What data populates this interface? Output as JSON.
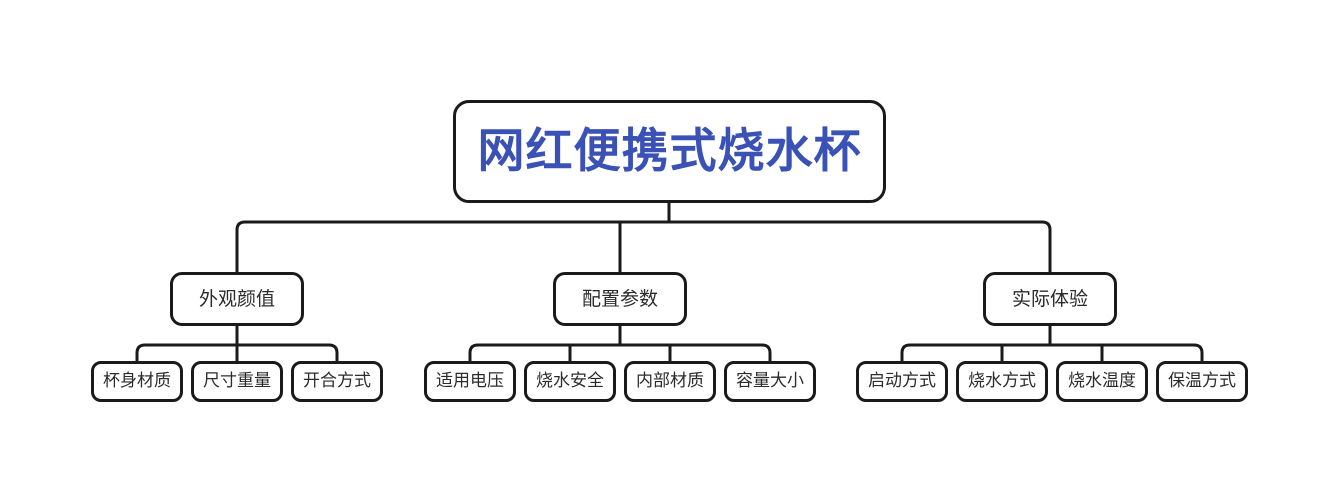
{
  "diagram": {
    "type": "mind-map",
    "title": "网红便携式烧水杯",
    "colors": {
      "root_text": "#3a51b5",
      "node_text": "#2b2b2b",
      "node_border": "#1a1a1a",
      "node_fill": "#ffffff",
      "connector": "#1a1a1a",
      "background": "#ffffff"
    },
    "root": {
      "label": "网红便携式烧水杯"
    },
    "branches": [
      {
        "label": "外观颜值",
        "children": [
          {
            "label": "杯身材质"
          },
          {
            "label": "尺寸重量"
          },
          {
            "label": "开合方式"
          }
        ]
      },
      {
        "label": "配置参数",
        "children": [
          {
            "label": "适用电压"
          },
          {
            "label": "烧水安全"
          },
          {
            "label": "内部材质"
          },
          {
            "label": "容量大小"
          }
        ]
      },
      {
        "label": "实际体验",
        "children": [
          {
            "label": "启动方式"
          },
          {
            "label": "烧水方式"
          },
          {
            "label": "烧水温度"
          },
          {
            "label": "保温方式"
          }
        ]
      }
    ]
  }
}
